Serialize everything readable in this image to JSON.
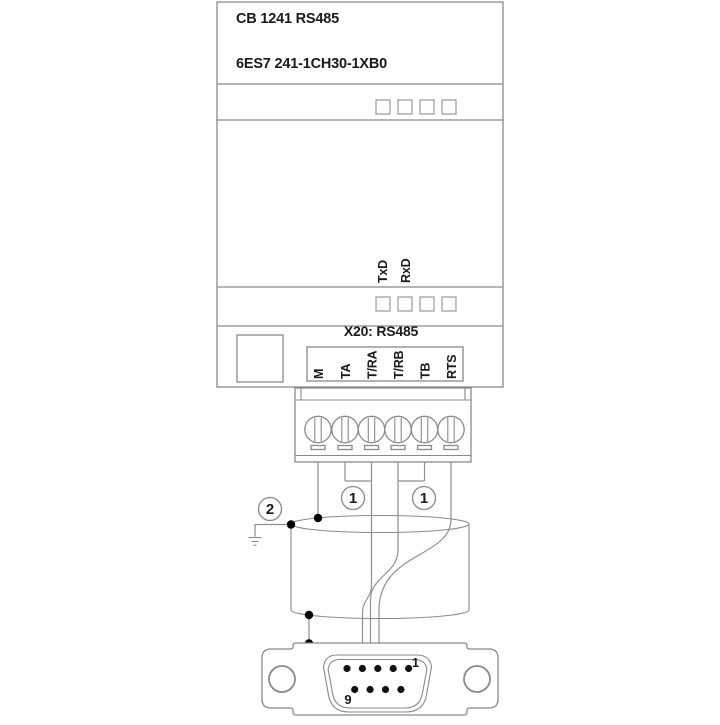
{
  "module": {
    "title": "CB 1241 RS485",
    "order_number": "6ES7 241-1CH30-1XB0",
    "port_label": "X20: RS485",
    "signal_leds": {
      "tx": "TxD",
      "rx": "RxD"
    },
    "led_squares_per_row": 4,
    "terminals": [
      "M",
      "TA",
      "T/RA",
      "T/RB",
      "TB",
      "RTS"
    ]
  },
  "callouts": {
    "twisted_pair_label": "1",
    "shield_ground_label": "2"
  },
  "connector": {
    "first_pin_label": "1",
    "last_pin_label": "9",
    "top_row_pin_count": 5,
    "bottom_row_pin_count": 4
  },
  "colors": {
    "line": "#8a8a8a",
    "wire": "#8f8f8f",
    "text": "#1a1a1a",
    "junction_dot": "#000000",
    "background": "#ffffff"
  }
}
